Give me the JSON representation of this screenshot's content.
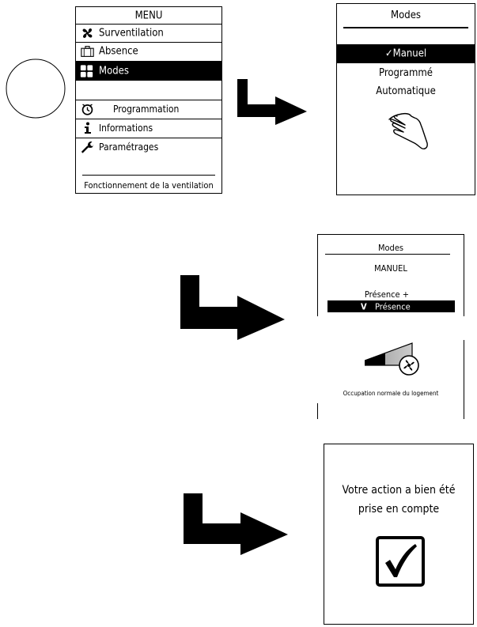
{
  "menu_screen": {
    "title": "MENU",
    "items": [
      {
        "label": "Surventilation",
        "icon": "fan-icon"
      },
      {
        "label": "Absence",
        "icon": "suitcase-icon"
      },
      {
        "label": "Modes",
        "icon": "modes-grid-icon",
        "selected": true
      },
      {
        "label": "Programmation",
        "icon": "clock-icon"
      },
      {
        "label": "Informations",
        "icon": "info-icon"
      },
      {
        "label": "Paramétrages",
        "icon": "wrench-icon"
      }
    ],
    "footer": "Fonctionnement de la ventilation"
  },
  "modes_screen": {
    "title": "Modes",
    "options": [
      {
        "label": "Manuel",
        "check": "✓",
        "selected": true
      },
      {
        "label": "Programmé"
      },
      {
        "label": "Automatique"
      }
    ],
    "hand_icon": "hand-press-icon"
  },
  "manual_screen": {
    "title": "Modes",
    "subtitle": "MANUEL",
    "options": [
      {
        "label": "Présence +"
      },
      {
        "label": "Présence",
        "check": "V",
        "selected": true
      }
    ],
    "fan_level_icon": "fan-level-icon",
    "caption": "Occupation normale du logement"
  },
  "confirm_screen": {
    "message_line1": "Votre action a bien été",
    "message_line2": "prise en compte",
    "check_icon": "checkbox-check-icon"
  },
  "knob": {
    "icon": "knob-circle-icon"
  },
  "arrows": {
    "icon": "step-arrow-icon"
  }
}
